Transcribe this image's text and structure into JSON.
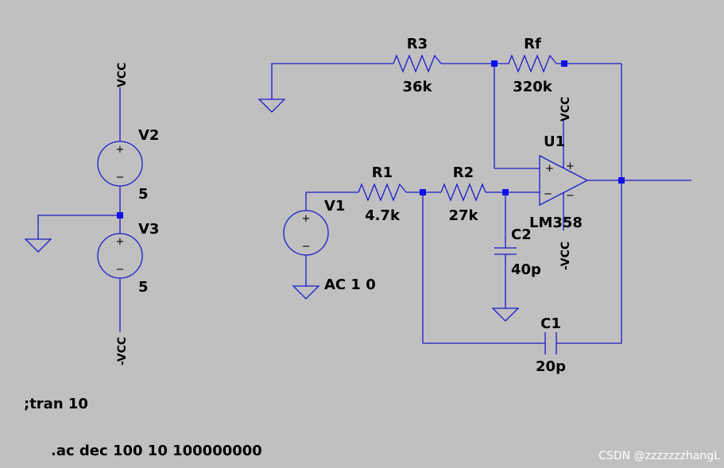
{
  "colors": {
    "background": "#c0c0c0",
    "wire": "#1a1acc",
    "junction": "#1010ee",
    "text": "#000000",
    "watermark": "#ffffff"
  },
  "components": {
    "R3": {
      "name": "R3",
      "value": "36k"
    },
    "Rf": {
      "name": "Rf",
      "value": "320k"
    },
    "R1": {
      "name": "R1",
      "value": "4.7k"
    },
    "R2": {
      "name": "R2",
      "value": "27k"
    },
    "C1": {
      "name": "C1",
      "value": "20p"
    },
    "C2": {
      "name": "C2",
      "value": "40p"
    },
    "U1": {
      "name": "U1",
      "value": "LM358"
    },
    "V1": {
      "name": "V1",
      "value": "AC 1 0"
    },
    "V2": {
      "name": "V2",
      "value": "5"
    },
    "V3": {
      "name": "V3",
      "value": "5"
    }
  },
  "nets": {
    "vcc": "VCC",
    "neg_vcc": "-VCC"
  },
  "glyphs": {
    "plus": "+",
    "minus": "−"
  },
  "directives": {
    "tran": ";tran 10",
    "ac": ".ac dec 100 10 100000000"
  },
  "watermark": "CSDN @zzzzzzzhangL"
}
